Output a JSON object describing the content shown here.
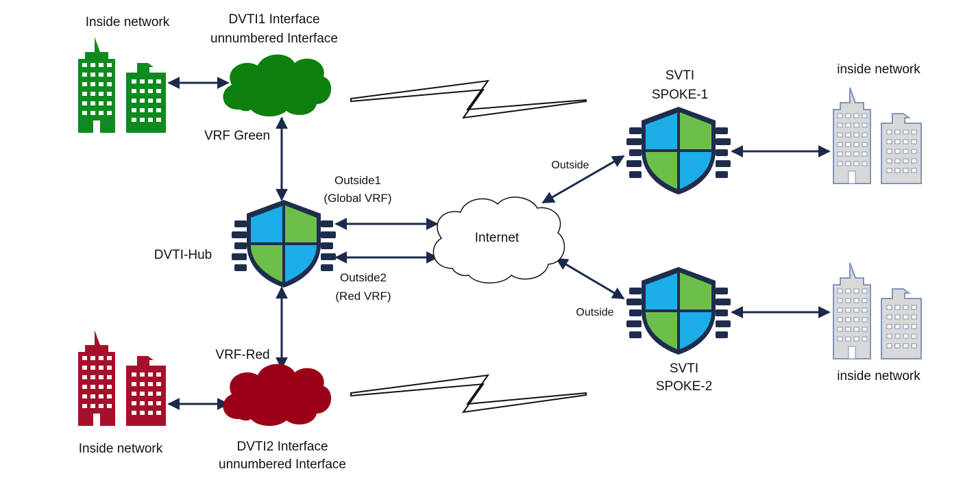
{
  "colors": {
    "green": "#0E8A1F",
    "red": "#A5102A",
    "building_gray": "#D8D8D8",
    "building_gray_outline": "#7F95B8",
    "link": "#1B2A4A",
    "shield_blue": "#1BAEE8",
    "shield_green": "#6CC04A",
    "firewall_dark": "#1F2D4D",
    "cloud_green": "#0D800D",
    "cloud_red": "#9B0019"
  },
  "labels": {
    "inside_green": "Inside network",
    "dvti1_line1": "DVTI1 Interface",
    "dvti1_line2": "unnumbered Interface",
    "vrf_green": "VRF Green",
    "outside1_line1": "Outside1",
    "outside1_line2": "(Global VRF)",
    "dvti_hub": "DVTI-Hub",
    "outside2_line1": "Outside2",
    "outside2_line2": "(Red VRF)",
    "internet": "Internet",
    "vrf_red": "VRF-Red",
    "inside_red": "Inside network",
    "dvti2_line1": "DVTI2 Interface",
    "dvti2_line2": "unnumbered Interface",
    "svti1_line1": "SVTI",
    "svti1_line2": "SPOKE-1",
    "outside_spoke1": "Outside",
    "inside_spoke1": "inside network",
    "outside_spoke2": "Outside",
    "svti2_line1": "SVTI",
    "svti2_line2": "SPOKE-2",
    "inside_spoke2": "inside network"
  },
  "icons": {
    "hub_firewall": "firewall-shield-icon",
    "spoke1_firewall": "firewall-shield-icon",
    "spoke2_firewall": "firewall-shield-icon",
    "internet_cloud": "cloud-icon",
    "green_cloud": "cloud-icon",
    "red_cloud": "cloud-icon",
    "buildings": "building-icon",
    "tunnels": "lightning-link-icon"
  }
}
